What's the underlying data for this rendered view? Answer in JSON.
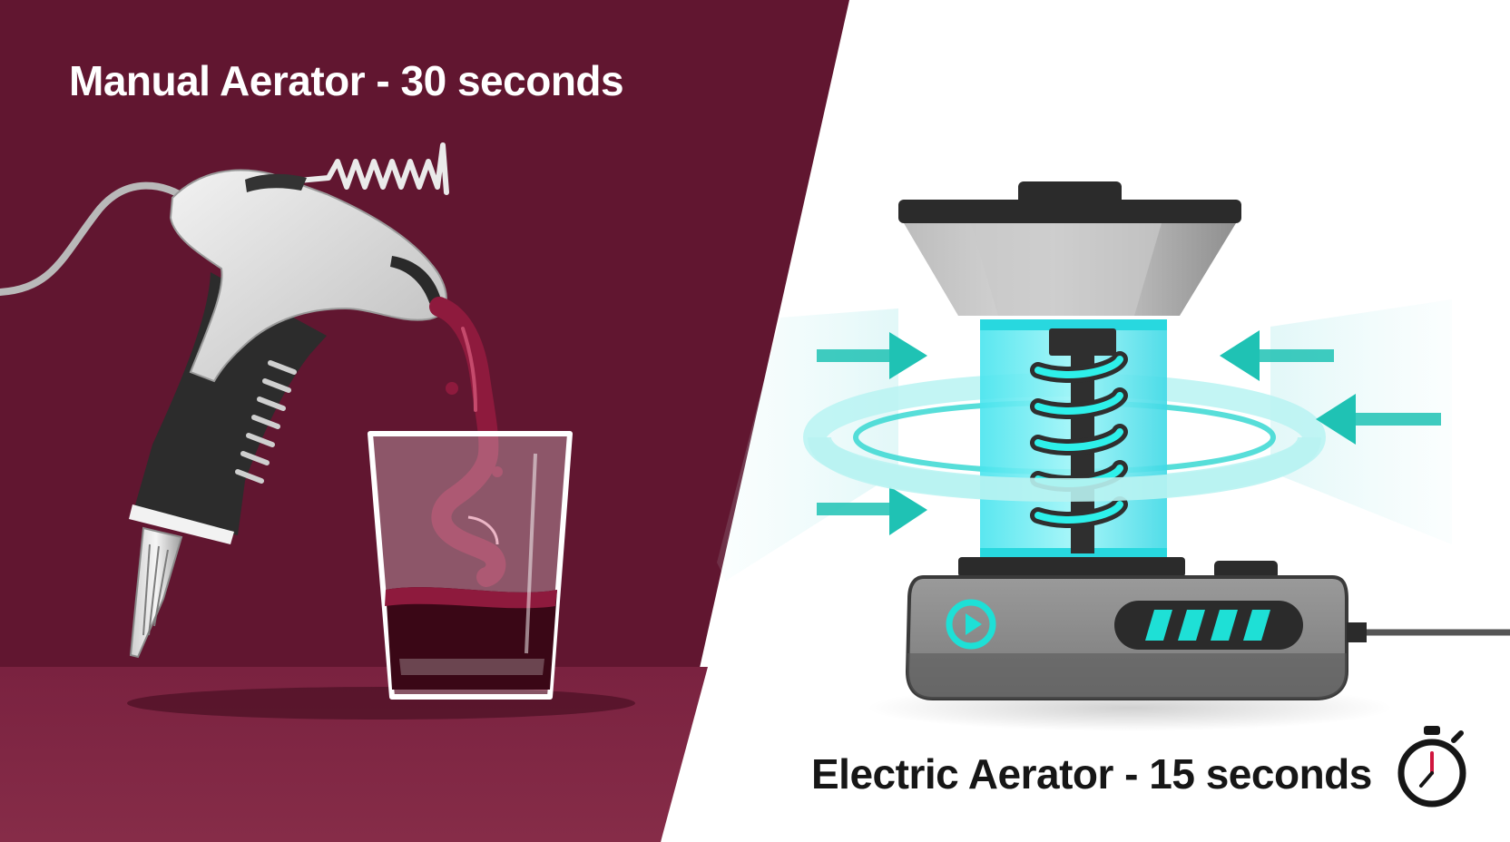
{
  "manual": {
    "title": "Manual Aerator - 30 seconds"
  },
  "electric": {
    "title": "Electric Aerator - 15 seconds"
  },
  "colors": {
    "wine_background": "#611630",
    "wine_floor": "#7f2640",
    "wine_liquid": "#8e1a3d",
    "accent_cyan": "#1ee0d6",
    "device_gray": "#8c8c8c",
    "text_dark": "#161616",
    "text_light": "#ffffff"
  },
  "icons": {
    "timer": "stopwatch-icon",
    "power": "power-icon",
    "level": "level-indicator"
  },
  "electric_level_bars": 4
}
